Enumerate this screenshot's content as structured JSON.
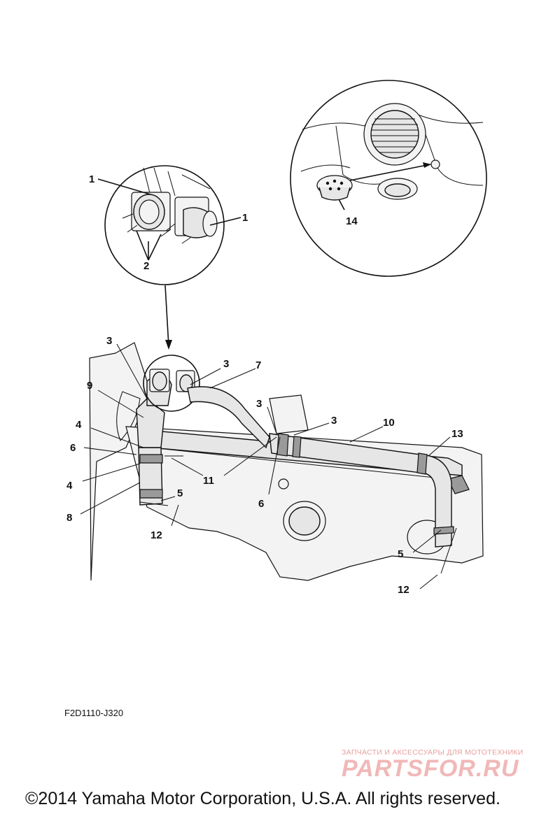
{
  "callouts": {
    "c1a": "1",
    "c1b": "1",
    "c2": "2",
    "c3a": "3",
    "c3b": "3",
    "c3c": "3",
    "c3d": "3",
    "c4a": "4",
    "c4b": "4",
    "c5a": "5",
    "c5b": "5",
    "c6a": "6",
    "c6b": "6",
    "c7": "7",
    "c8": "8",
    "c9": "9",
    "c10": "10",
    "c11": "11",
    "c12a": "12",
    "c12b": "12",
    "c13": "13",
    "c14": "14"
  },
  "diagram_code": "F2D1110-J320",
  "watermark": {
    "tagline": "ЗАПЧАСТИ И АКСЕССУАРЫ ДЛЯ МОТОТЕХНИКИ",
    "logo": "PARTSFOR.RU"
  },
  "copyright": "©2014 Yamaha Motor Corporation, U.S.A. All rights reserved."
}
